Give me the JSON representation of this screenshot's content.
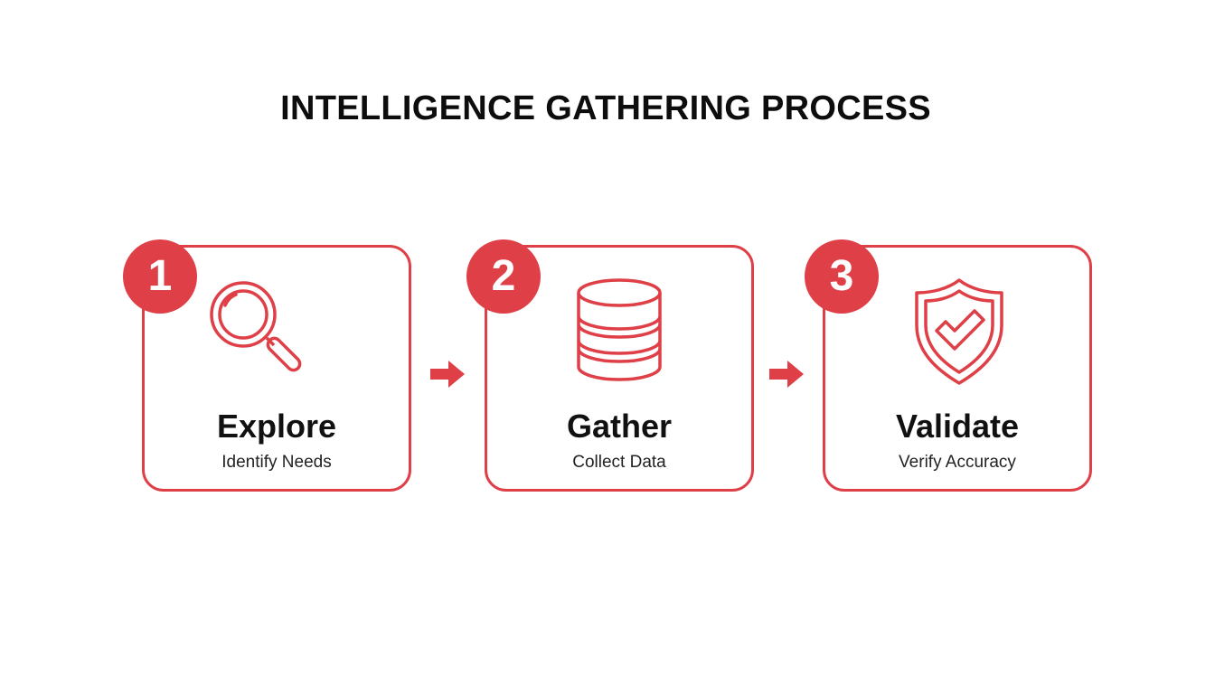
{
  "title": "INTELLIGENCE GATHERING PROCESS",
  "accent_color": "#df3f47",
  "steps": [
    {
      "number": "1",
      "name": "Explore",
      "description": "Identify Needs",
      "icon": "magnifying-glass-icon"
    },
    {
      "number": "2",
      "name": "Gather",
      "description": "Collect Data",
      "icon": "database-icon"
    },
    {
      "number": "3",
      "name": "Validate",
      "description": "Verify Accuracy",
      "icon": "shield-check-icon"
    }
  ]
}
